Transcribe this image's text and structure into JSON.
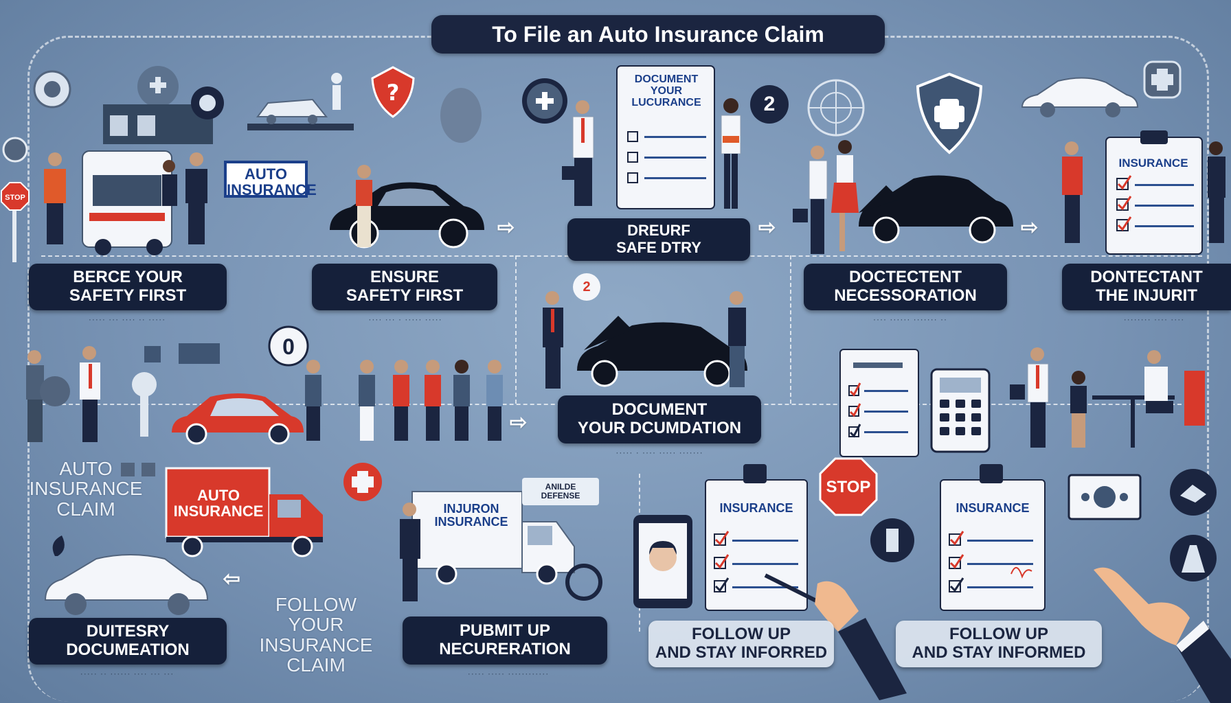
{
  "title": "To File an Auto Insurance Claim",
  "colors": {
    "navy": "#1b2540",
    "accent_red": "#d8392b",
    "insurance_blue": "#1b3f8a"
  },
  "row1": {
    "sign_auto_insurance": "AUTO\nINSURANCE",
    "stop_sign": "STOP",
    "clipboard_heading": "DOCUMENT\nYOUR\nLUCURANCE",
    "badge_number": "2",
    "label1": "BERCE YOUR\nSAFETY FIRST",
    "label2": "ENSURE\nSAFETY FIRST",
    "label3": "DREURF\nSAFE DTRY",
    "label4": "DOCTECTENT\nNECESSORATION",
    "label5": "DONTECTANT\nTHE INJURIT",
    "right_clipboard_heading": "INSURANCE"
  },
  "row2": {
    "badge_number": "2",
    "label": "DOCUMENT\nYOUR DCUMDATION"
  },
  "row3": {
    "auto_text": "AUTO\nINSURANCE\nCLAIM",
    "truck_sign": "AUTO\nINSURANCE",
    "follow_text": "FOLLOW\nYOUR\nINSURANCE\nCLAIM",
    "van_sign": "INJURON\nINSURANCE",
    "small_sign": "ANILDE\nDEFENSE",
    "clipboard_left": "INSURANCE",
    "clipboard_right": "INSURANCE",
    "stop_sign": "STOP",
    "label1": "DUITESRY\nDOCUMEATION",
    "label2": "PUBMIT UP\nNECURERATION",
    "label3": "FOLLOW UP\nAND STAY INFORRED",
    "label4": "FOLLOW UP\nAND STAY INFORMED"
  }
}
